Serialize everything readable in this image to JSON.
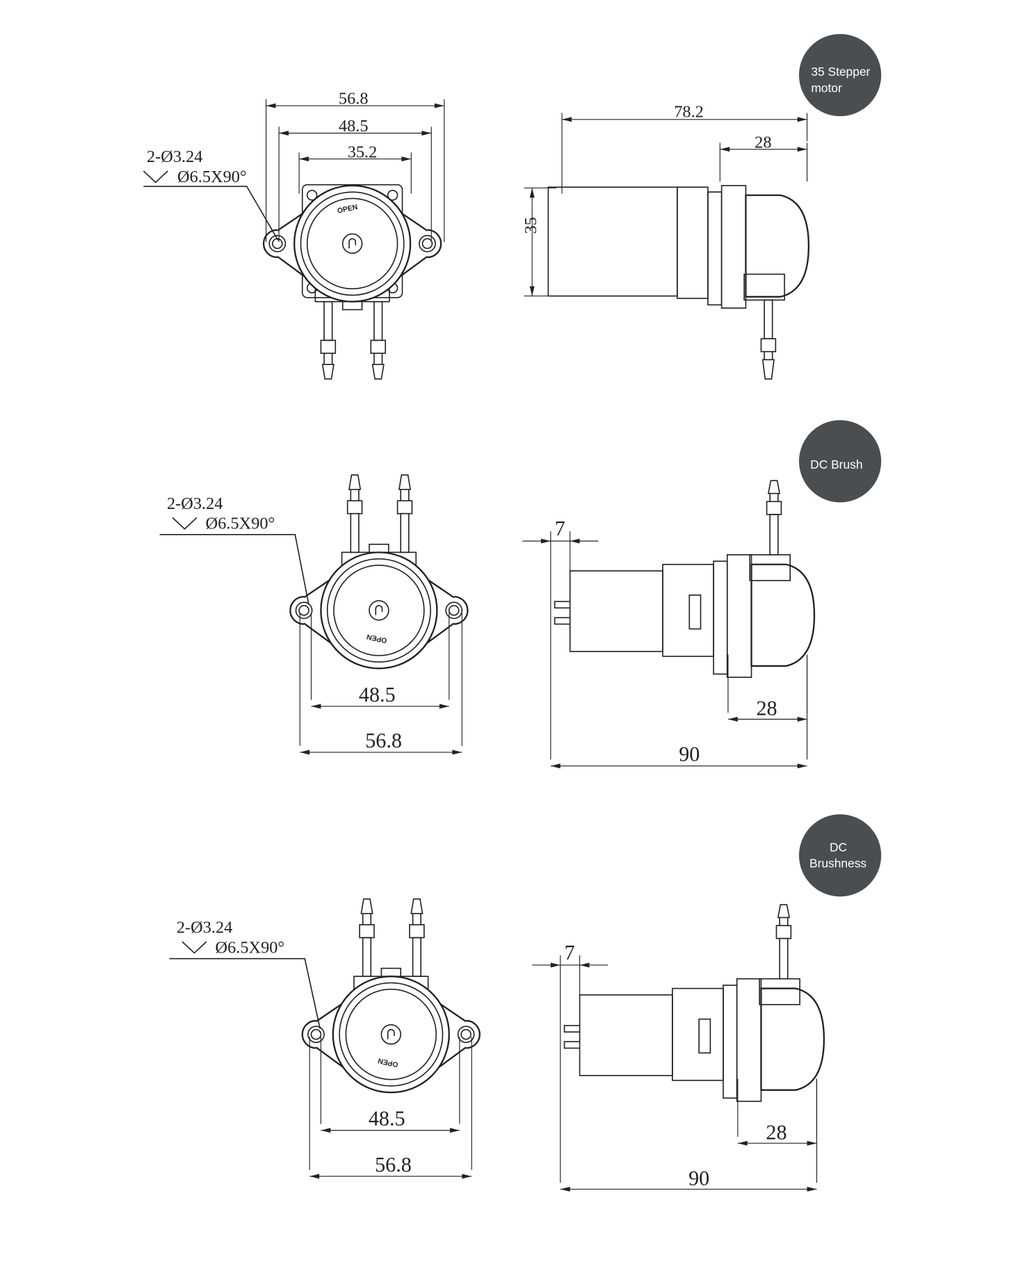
{
  "badges": {
    "stepper": [
      "35 Stepper",
      "motor"
    ],
    "dc_brush": [
      "DC Brush"
    ],
    "dc_brushless": [
      "DC",
      "Brushness"
    ]
  },
  "colors": {
    "badge": "#4b4e51",
    "line": "#222222"
  },
  "hole_note": {
    "count_dia": "2-Ø3.24",
    "countersink": "Ø6.5X90°"
  },
  "open_label": "OPEN",
  "row1": {
    "front": {
      "overall": "56.8",
      "hole_spacing": "48.5",
      "body": "35.2"
    },
    "side": {
      "length": "78.2",
      "head": "28",
      "height": "35"
    }
  },
  "row2": {
    "front": {
      "hole_spacing": "48.5",
      "overall": "56.8"
    },
    "side": {
      "terminal": "7",
      "head": "28",
      "length": "90"
    }
  },
  "row3": {
    "front": {
      "hole_spacing": "48.5",
      "overall": "56.8"
    },
    "side": {
      "terminal": "7",
      "head": "28",
      "length": "90"
    }
  }
}
